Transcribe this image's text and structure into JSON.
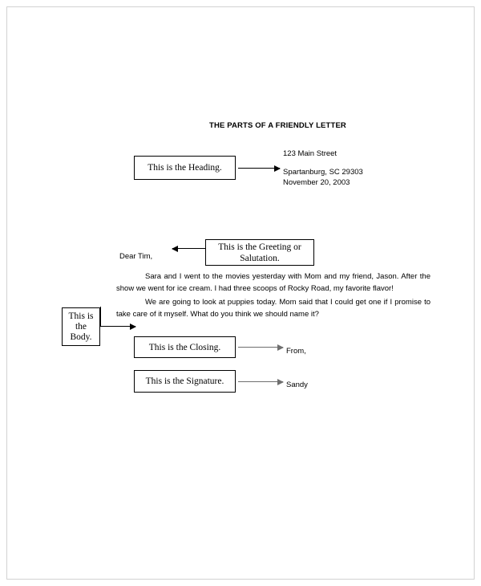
{
  "document": {
    "title": "THE PARTS OF A FRIENDLY LETTER"
  },
  "callouts": {
    "heading": "This is the Heading.",
    "greeting": "This is the Greeting or Salutation.",
    "body_line1": "This is",
    "body_line2": "the",
    "body_line3": "Body.",
    "closing": "This is the Closing.",
    "signature": "This is the Signature."
  },
  "letter": {
    "heading": {
      "street": "123 Main Street",
      "city_state_zip": "Spartanburg, SC 29303",
      "date": "November 20, 2003"
    },
    "salutation": "Dear Tim,",
    "body": {
      "paragraph_1": "Sara and I went to the movies yesterday with Mom and my friend, Jason.  After the show we went for ice cream.  I had three scoops of Rocky Road, my favorite flavor!",
      "paragraph_2": "We are going to look at puppies today.  Mom said that I could get one if I promise to take care of it myself.  What do you think we should name it?"
    },
    "closing": "From,",
    "signature": "Sandy"
  },
  "connectors": {
    "heading_arrow": "arrow-right",
    "greeting_arrow": "arrow-left",
    "body_arrow": "arrow-right-bracket",
    "closing_arrow": "arrow-right",
    "signature_arrow": "arrow-right"
  },
  "colors": {
    "ink": "#000000",
    "gray_arrow": "#6f6f6f",
    "page_border": "#d2d2d2",
    "page_background": "#ffffff"
  }
}
